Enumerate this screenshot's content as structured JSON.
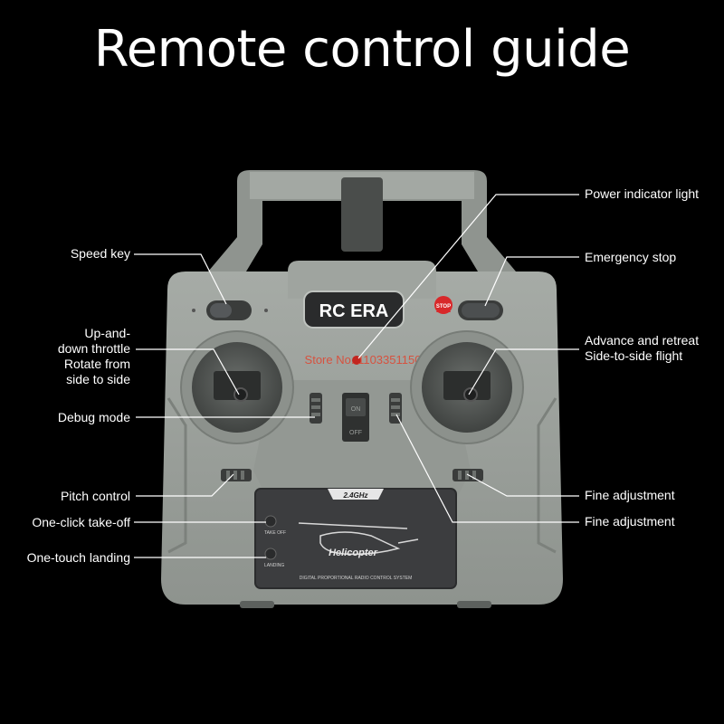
{
  "title": "Remote control guide",
  "labels": {
    "speed_key": "Speed key",
    "throttle_1": "Up-and-",
    "throttle_2": "down throttle",
    "throttle_3": "Rotate from",
    "throttle_4": "side to side",
    "debug_mode": "Debug mode",
    "pitch_control": "Pitch control",
    "take_off": "One-click take-off",
    "landing": "One-touch landing",
    "power_light": "Power indicator light",
    "emergency_stop": "Emergency stop",
    "advance_retreat": "Advance and retreat",
    "side_flight": "Side-to-side flight",
    "fine_adjust_1": "Fine adjustment",
    "fine_adjust_2": "Fine adjustment"
  },
  "device": {
    "brand": "RC ERA",
    "stop_badge": "STOP",
    "switch_on": "ON",
    "switch_off": "OFF",
    "freq": "2.4GHz",
    "takeoff_text": "TAKE OFF",
    "landing_text": "LANDING",
    "helicopter_text": "Helicopter",
    "system_text": "DIGITAL PROPORTIONAL RADIO CONTROL SYSTEM",
    "watermark": "Store No. 1103351150"
  },
  "colors": {
    "background": "#000000",
    "body": "#9a9f9a",
    "body_dark": "#7f847f",
    "panel": "#3a3b3d",
    "stop_red": "#d8282a",
    "watermark": "#e0442f"
  }
}
